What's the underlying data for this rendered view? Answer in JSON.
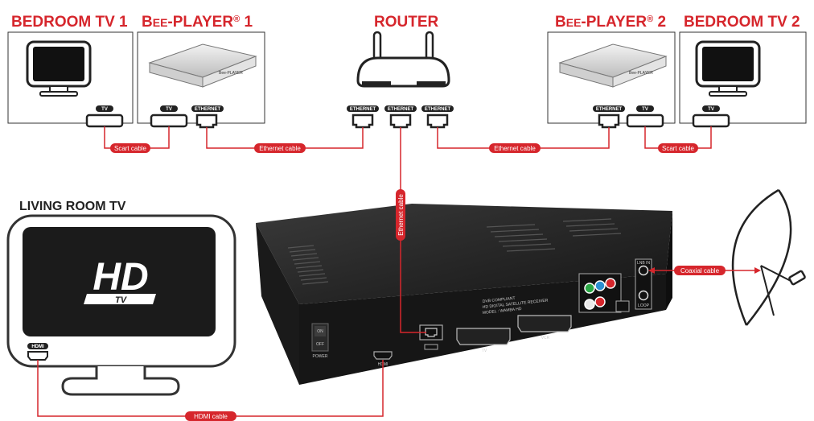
{
  "devices": {
    "bedroom_tv_1": "BEDROOM TV 1",
    "bee_player_1": {
      "prefix": "B",
      "small_caps": "EE",
      "main": "-PLAYER",
      "sup": "®",
      "num": " 1"
    },
    "router": "ROUTER",
    "bee_player_2": {
      "prefix": "B",
      "small_caps": "EE",
      "main": "-PLAYER",
      "sup": "®",
      "num": " 2"
    },
    "bedroom_tv_2": "BEDROOM TV 2",
    "living_room_tv": "LIVING ROOM TV",
    "hd_logo": {
      "hd": "HD",
      "tv": "TV"
    },
    "bee_logo_small": "Bee-PLAYER"
  },
  "ports": {
    "tv": "TV",
    "ethernet": "ETHERNET",
    "hdmi": "HDMI"
  },
  "cables": {
    "scart": "Scart cable",
    "ethernet": "Ethernet cable",
    "hdmi": "HDMI cable",
    "coaxial": "Coaxial cable"
  },
  "receiver": {
    "line1": "DVB COMPLIANT",
    "line2": "HD DIGITAL SATELLITE RECEIVER",
    "line3": "MODEL : WAMBA HD",
    "on": "ON",
    "off": "OFF",
    "power": "POWER",
    "scart_tv": "TV",
    "scart_vcr": "VCR",
    "hdmi": "HDMI",
    "lnb_in": "LNB IN",
    "loop": "LOOP"
  },
  "colors": {
    "accent": "#d6262c",
    "dark": "#1b1b1b"
  }
}
